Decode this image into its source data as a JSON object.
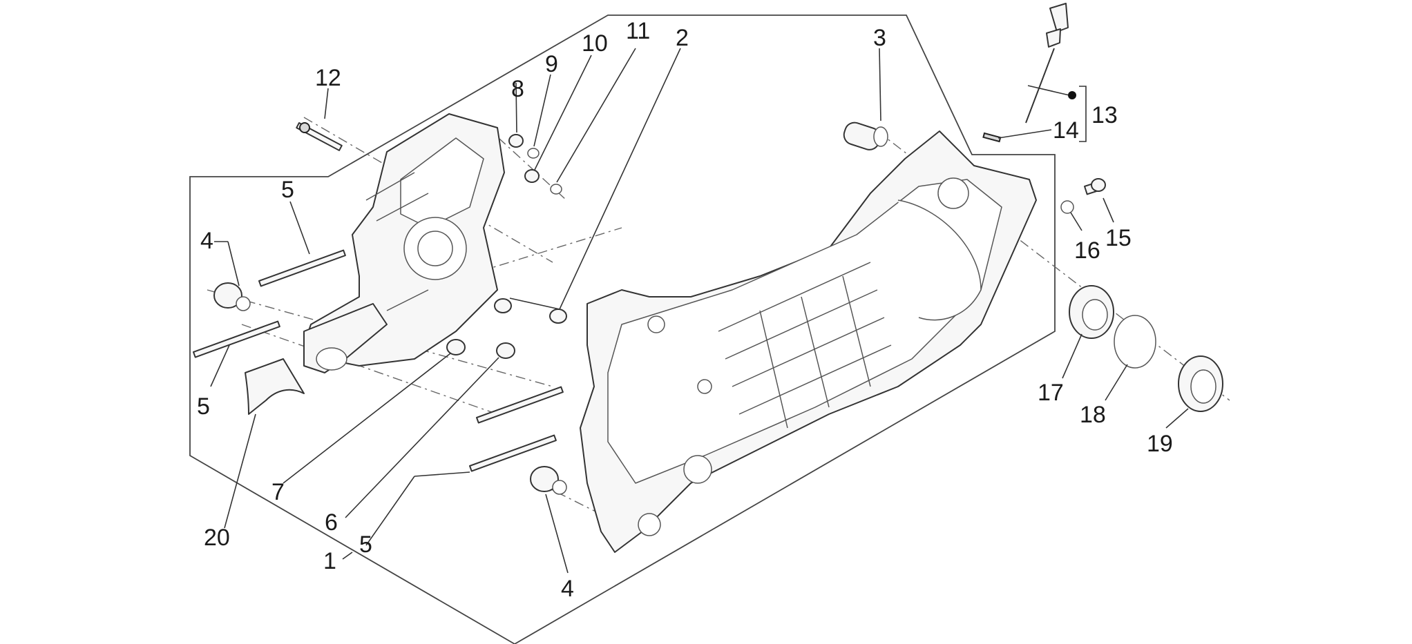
{
  "callouts": {
    "c1": "1",
    "c2": "2",
    "c3": "3",
    "c4a": "4",
    "c4b": "4",
    "c5a": "5",
    "c5b": "5",
    "c5c": "5",
    "c6": "6",
    "c7": "7",
    "c8": "8",
    "c9": "9",
    "c10": "10",
    "c11": "11",
    "c12": "12",
    "c13": "13",
    "c14": "14",
    "c15": "15",
    "c16": "16",
    "c17": "17",
    "c18": "18",
    "c19": "19",
    "c20": "20"
  },
  "colors": {
    "ink": "#1a1a1a",
    "line": "#444444",
    "fill": "#f7f7f7"
  }
}
